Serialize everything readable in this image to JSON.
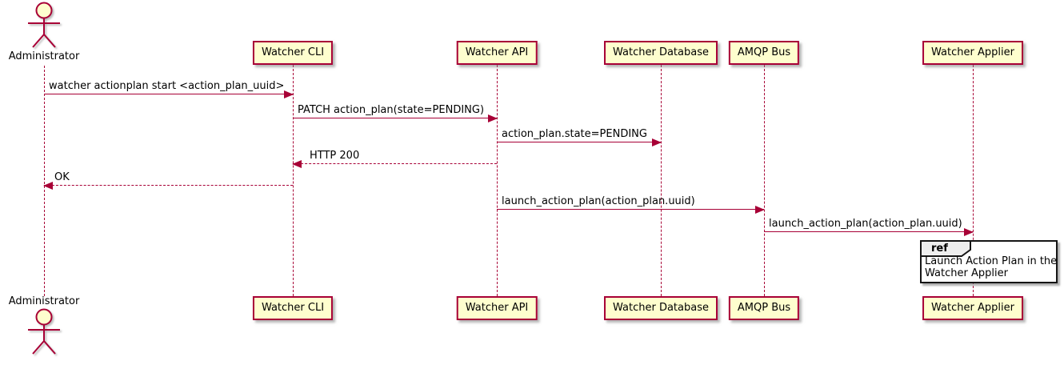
{
  "diagram": {
    "actor": {
      "label": "Administrator"
    },
    "participants": [
      {
        "label": "Watcher CLI"
      },
      {
        "label": "Watcher API"
      },
      {
        "label": "Watcher Database"
      },
      {
        "label": "AMQP Bus"
      },
      {
        "label": "Watcher Applier"
      }
    ],
    "messages": [
      {
        "label": "watcher actionplan start <action_plan_uuid>",
        "from": "Administrator",
        "to": "Watcher CLI",
        "style": "solid"
      },
      {
        "label": "PATCH action_plan(state=PENDING)",
        "from": "Watcher CLI",
        "to": "Watcher API",
        "style": "solid"
      },
      {
        "label": "action_plan.state=PENDING",
        "from": "Watcher API",
        "to": "Watcher Database",
        "style": "solid"
      },
      {
        "label": "HTTP 200",
        "from": "Watcher API",
        "to": "Watcher CLI",
        "style": "dashed"
      },
      {
        "label": "OK",
        "from": "Watcher CLI",
        "to": "Administrator",
        "style": "dashed"
      },
      {
        "label": "launch_action_plan(action_plan.uuid)",
        "from": "Watcher API",
        "to": "AMQP Bus",
        "style": "solid"
      },
      {
        "label": "launch_action_plan(action_plan.uuid)",
        "from": "AMQP Bus",
        "to": "Watcher Applier",
        "style": "solid"
      }
    ],
    "ref": {
      "keyword": "ref",
      "lines": [
        "Launch Action Plan in the",
        "Watcher Applier"
      ]
    },
    "colors": {
      "participant_fill": "#FEFECE",
      "line": "#A80036",
      "text": "#000000",
      "ref_tab_fill": "#EEEEEE",
      "ref_border": "#151515"
    }
  }
}
